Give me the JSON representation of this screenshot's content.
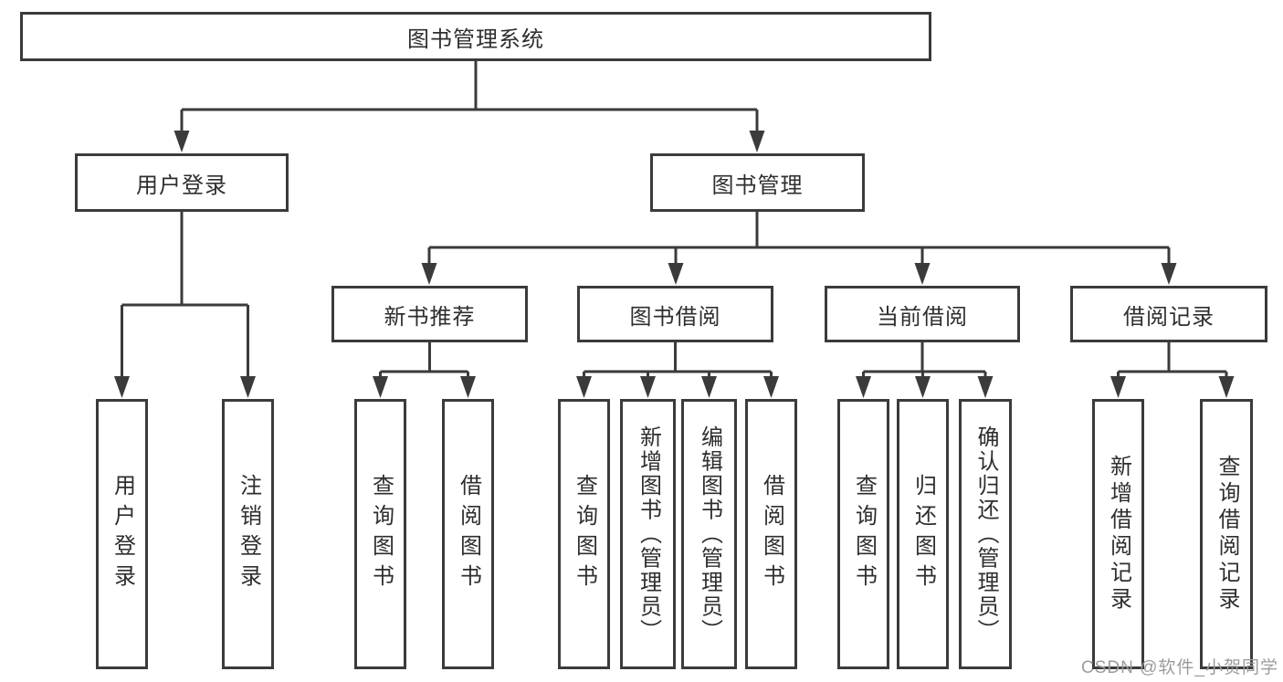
{
  "colors": {
    "line": "#3b3b3b",
    "box_border": "#3b3b3b",
    "box_background": "#ffffff",
    "text": "#2e2e2e",
    "watermark": "#9c9c9c",
    "page_background": "#ffffff"
  },
  "watermark": "CSDN @软件_小贺同学",
  "tree": {
    "label": "图书管理系统",
    "children": [
      {
        "label": "用户登录",
        "children": [
          {
            "label": "用户登录"
          },
          {
            "label": "注销登录"
          }
        ]
      },
      {
        "label": "图书管理",
        "children": [
          {
            "label": "新书推荐",
            "children": [
              {
                "label": "查询图书"
              },
              {
                "label": "借阅图书"
              }
            ]
          },
          {
            "label": "图书借阅",
            "children": [
              {
                "label": "查询图书"
              },
              {
                "label": "新增图书（管理员）"
              },
              {
                "label": "编辑图书（管理员）"
              },
              {
                "label": "借阅图书"
              }
            ]
          },
          {
            "label": "当前借阅",
            "children": [
              {
                "label": "查询图书"
              },
              {
                "label": "归还图书"
              },
              {
                "label": "确认归还（管理员）"
              }
            ]
          },
          {
            "label": "借阅记录",
            "children": [
              {
                "label": "新增借阅记录"
              },
              {
                "label": "查询借阅记录"
              }
            ]
          }
        ]
      }
    ]
  }
}
